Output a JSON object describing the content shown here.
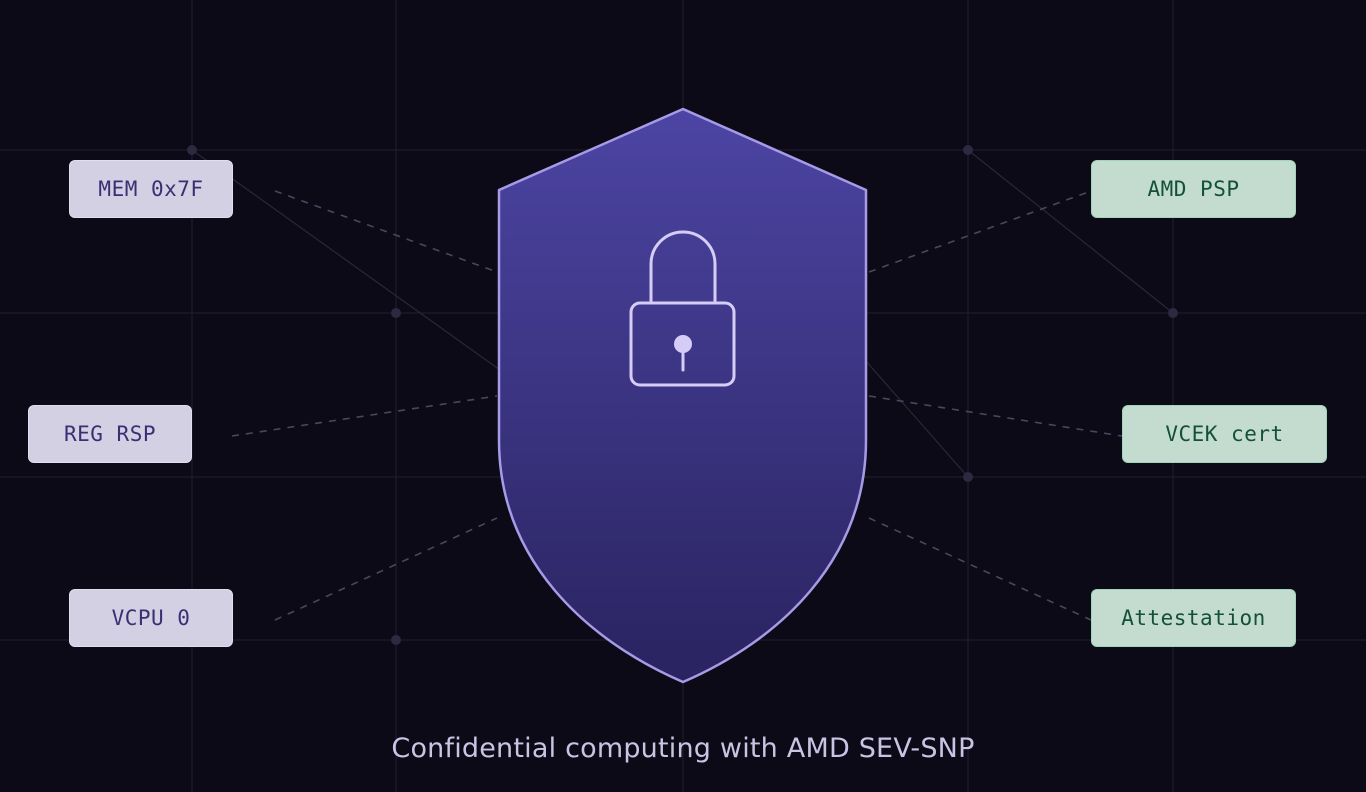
{
  "colors": {
    "background": "#0c0a17",
    "grid": "#221f30",
    "connector": "#4a4660",
    "shield_top": "#4c45a3",
    "shield_bottom": "#2a2360",
    "shield_outline": "#a79be8",
    "lock_stroke": "#d6cdf7",
    "left_chip_bg": "#d3d0e3",
    "left_chip_text": "#3a2f72",
    "right_chip_bg": "#c4dcd0",
    "right_chip_text": "#13503a"
  },
  "shield": {
    "icon": "padlock-icon"
  },
  "guest_state": [
    {
      "label": "MEM 0x7F"
    },
    {
      "label": "REG RSP"
    },
    {
      "label": "VCPU 0"
    }
  ],
  "trust_chain": [
    {
      "label": "AMD PSP"
    },
    {
      "label": "VCEK cert"
    },
    {
      "label": "Attestation"
    }
  ],
  "caption": "Confidential computing with AMD SEV-SNP"
}
